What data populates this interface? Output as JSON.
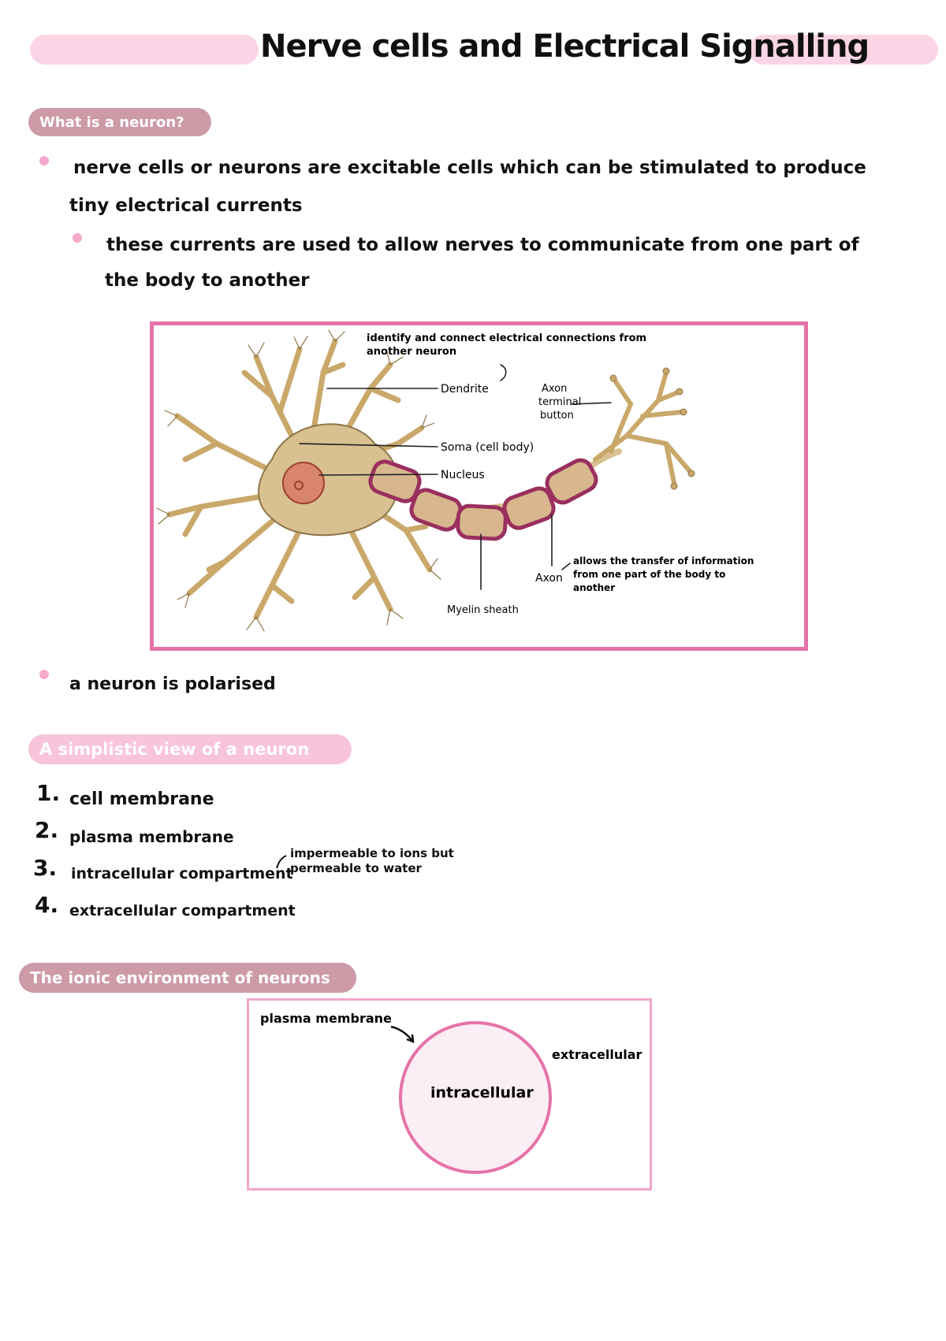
{
  "title": "Nerve cells and Electrical Signalling",
  "colors": {
    "title_bar": "#fbd5e6",
    "heading_dark": "#cd9aa7",
    "heading_light": "#f8c4dc",
    "bullet": "#f6a9cb",
    "frame": "#e573a9",
    "frame_light": "#f2a6cb",
    "myelin": "#9a2f5f",
    "cell_body": "#d8c090"
  },
  "section1": {
    "heading": "What is a neuron?",
    "bullet1": {
      "line1": "nerve cells or neurons are excitable cells which can be stimulated to produce",
      "line2": "tiny electrical currents"
    },
    "sub_bullet": {
      "line1": "these currents are used to allow nerves to communicate from one part of",
      "line2": "the body to another"
    }
  },
  "neuron_diagram": {
    "note_top_line1": "identify and connect electrical connections from",
    "note_top_line2": "another neuron",
    "dendrite": "Dendrite",
    "axon_terminal_line1": "Axon",
    "axon_terminal_line2": "terminal",
    "axon_terminal_line3": "button",
    "soma": "Soma (cell body)",
    "nucleus": "Nucleus",
    "axon": "Axon",
    "axon_note_line1": "allows the transfer of information",
    "axon_note_line2": "from one part of the body to",
    "axon_note_line3": "another",
    "myelin": "Myelin sheath"
  },
  "bullet_polarised": "a neuron is polarised",
  "section2": {
    "heading": "A simplistic view of a neuron",
    "items": [
      {
        "num": "1.",
        "text": "cell membrane"
      },
      {
        "num": "2.",
        "text": "plasma membrane"
      },
      {
        "num": "3.",
        "text": "intracellular compartment"
      },
      {
        "num": "4.",
        "text": "extracellular compartment"
      }
    ],
    "note_line1": "impermeable to ions but",
    "note_line2": "permeable to water"
  },
  "section3": {
    "heading": "The ionic environment of neurons",
    "plasma_membrane": "plasma membrane",
    "extracellular": "extracellular",
    "intracellular": "intracellular"
  }
}
